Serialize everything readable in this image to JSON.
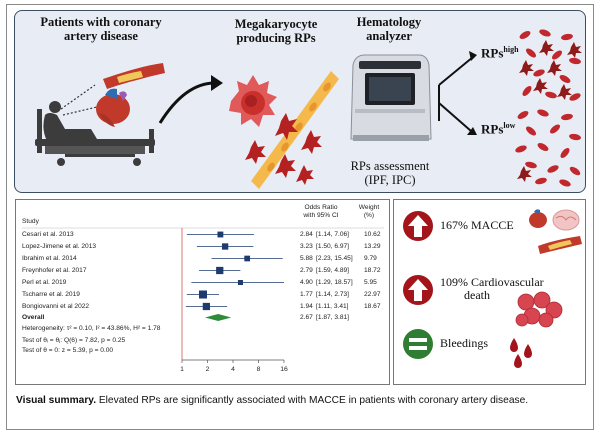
{
  "top": {
    "patients_line1": "Patients with coronary",
    "patients_line2": "artery disease",
    "mega_line1": "Megakaryocyte",
    "mega_line2": "producing RPs",
    "hema_line1": "Hematology",
    "hema_line2": "analyzer",
    "rps_high_base": "RPs",
    "rps_high_sup": "high",
    "rps_low_base": "RPs",
    "rps_low_sup": "low",
    "assess_line1": "RPs assessment",
    "assess_line2": "(IPF, IPC)"
  },
  "forest": {
    "header_study": "Study",
    "header_or_line1": "Odds Ratio",
    "header_or_line2": "with 95% CI",
    "header_w_line1": "Weight",
    "header_w_line2": "(%)",
    "studies": [
      {
        "name": "Cesari et al. 2013",
        "or": "2.84",
        "ci": "[1.14,   7.06]",
        "weight": "10.62",
        "value": 2.84,
        "lo": 1.14,
        "hi": 7.06
      },
      {
        "name": "Lopez-Jimene  et al. 2013",
        "or": "3.23",
        "ci": "[1.50,   6.97]",
        "weight": "13.29",
        "value": 3.23,
        "lo": 1.5,
        "hi": 6.97
      },
      {
        "name": "Ibrahim et al. 2014",
        "or": "5.88",
        "ci": "[2.23, 15.45]",
        "weight": "9.79",
        "value": 5.88,
        "lo": 2.23,
        "hi": 15.45
      },
      {
        "name": "Freynhofer et al. 2017",
        "or": "2.79",
        "ci": "[1.59,   4.89]",
        "weight": "18.72",
        "value": 2.79,
        "lo": 1.59,
        "hi": 4.89
      },
      {
        "name": "Perl et al. 2019",
        "or": "4.90",
        "ci": "[1.29, 18.57]",
        "weight": "5.95",
        "value": 4.9,
        "lo": 1.29,
        "hi": 18.57
      },
      {
        "name": "Tscharre  et al. 2019",
        "or": "1.77",
        "ci": "[1.14,   2.73]",
        "weight": "22.97",
        "value": 1.77,
        "lo": 1.14,
        "hi": 2.73
      },
      {
        "name": "Bongiovanni  et al 2022",
        "or": "1.94",
        "ci": "[1.11,   3.41]",
        "weight": "18.67",
        "value": 1.94,
        "lo": 1.11,
        "hi": 3.41
      }
    ],
    "overall_label": "Overall",
    "overall_or": "2.67",
    "overall_ci": "[1.87,   3.81]",
    "overall_value": 2.67,
    "overall_lo": 1.87,
    "overall_hi": 3.81,
    "heterogeneity": "Heterogeneity: τ² = 0.10, I² = 43.86%, H² = 1.78",
    "test_theta": "Test of θᵢ = θⱼ: Q(6) = 7.82, p = 0.25",
    "test_zero": "Test of θ = 0: z = 5.39, p = 0.00",
    "ticks": [
      "1",
      "2",
      "4",
      "8",
      "16"
    ],
    "tick_values": [
      1,
      2,
      4,
      8,
      16
    ]
  },
  "outcomes": {
    "macce": "167% MACCE",
    "cv_line1": "109% Cardiovascular",
    "cv_line2": "death",
    "bleedings": "Bleedings"
  },
  "caption": {
    "bold": "Visual summary.",
    "text": " Elevated RPs are significantly associated with MACCE in patients with coronary artery disease."
  },
  "colors": {
    "arrow_red": "#a3141b",
    "equal_green": "#2e7d32",
    "square_blue": "#1d3b6e",
    "diamond_green": "#2e8b3a",
    "red_line": "#d9534f",
    "panel_bg": "#e8edf5"
  }
}
